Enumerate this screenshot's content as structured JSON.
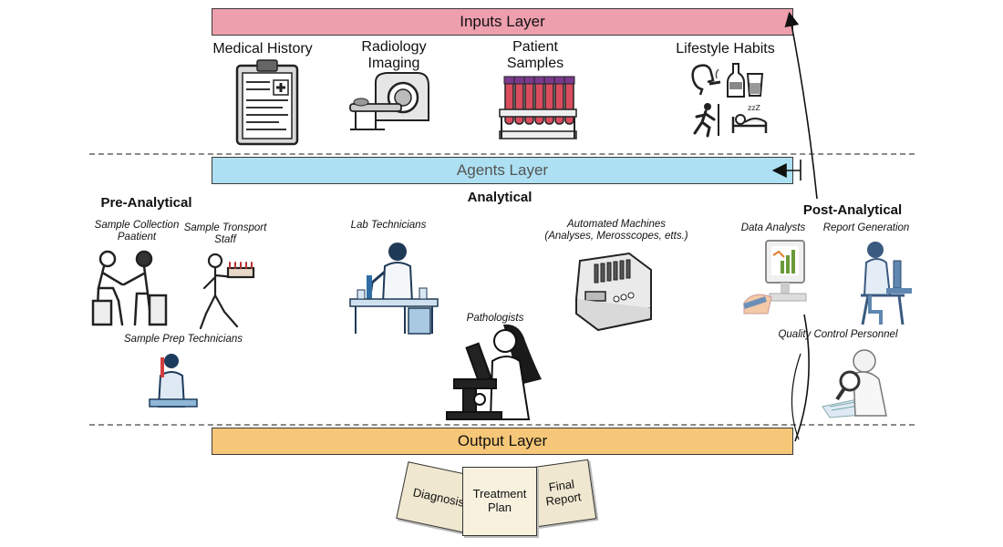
{
  "layers": {
    "inputs": "Inputs Layer",
    "agents": "Agents Layer",
    "output": "Output Layer"
  },
  "inputs": {
    "medical_history": "Medical History",
    "radiology_imaging": "Radiology\nImaging",
    "patient_samples": "Patient\nSamples",
    "lifestyle_habits": "Lifestyle Habits"
  },
  "phases": {
    "pre_analytical": "Pre-Analytical",
    "analytical": "Analytical",
    "post_analytical": "Post-Analytical"
  },
  "agents": {
    "sample_collection": "Sample Collection\nPaatient",
    "sample_transport": "Sample Tronsport\nStaff",
    "sample_prep": "Sample Prep Technicians",
    "lab_technicians": "Lab Technicians",
    "pathologists": "Pathologists",
    "automated_machines": "Automated Machines\n(Analyses, Merosscopes, etts.)",
    "data_analysts": "Data Analysts",
    "report_generation": "Report Generation",
    "quality_control": "Quality Control Personnel"
  },
  "outputs": {
    "diagnosis": "Diagnosis",
    "treatment_plan": "Treatment\nPlan",
    "final_report": "Final\nReport"
  },
  "icons": [
    "clipboard-icon",
    "mri-scanner-icon",
    "test-tubes-icon",
    "smoking-icon",
    "bottle-icon",
    "glass-icon",
    "running-icon",
    "sleeping-icon",
    "doctor-patient-icon",
    "courier-icon",
    "lab-tech-icon",
    "scientist-icon",
    "microscope-icon",
    "analyzer-machine-icon",
    "computer-chart-icon",
    "researcher-icon",
    "magnifier-icon"
  ]
}
